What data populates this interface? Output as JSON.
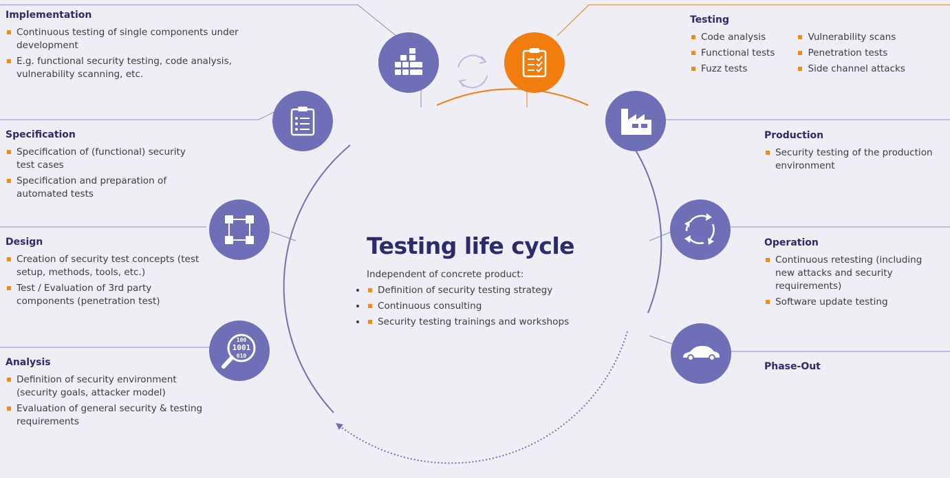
{
  "title": "Testing life cycle",
  "intro": "Independent of concrete product:",
  "center_items": [
    "Definition of security testing strategy",
    "Continuous consulting",
    "Security testing trainings and workshops"
  ],
  "phases": {
    "implementation": {
      "title": "Implementation",
      "items": [
        "Continuous testing of single components under development",
        "E.g. functional security testing, code analysis, vulnerability scanning, etc."
      ],
      "icon": "grid-blocks-icon"
    },
    "specification": {
      "title": "Specification",
      "items": [
        "Specification of (functional) security test cases",
        "Specification and preparation of automated tests"
      ],
      "icon": "clipboard-list-icon"
    },
    "design": {
      "title": "Design",
      "items": [
        "Creation of security test concepts (test setup, methods, tools, etc.)",
        "Test / Evaluation of 3rd party components (penetration test)"
      ],
      "icon": "node-square-icon"
    },
    "analysis": {
      "title": "Analysis",
      "items": [
        "Definition of security environment (security goals, attacker model)",
        "Evaluation of general security & testing requirements"
      ],
      "icon": "magnifier-binary-icon",
      "icon_text": [
        "100",
        "1001",
        "010"
      ]
    },
    "testing": {
      "title": "Testing",
      "items_col1": [
        "Code analysis",
        "Functional tests",
        "Fuzz tests"
      ],
      "items_col2": [
        "Vulnerability scans",
        "Penetration tests",
        "Side channel attacks"
      ],
      "icon": "checklist-icon"
    },
    "production": {
      "title": "Production",
      "items": [
        "Security testing of the production environment"
      ],
      "icon": "factory-icon"
    },
    "operation": {
      "title": "Operation",
      "items": [
        "Continuous retesting (including new attacks and security requirements)",
        "Software update testing"
      ],
      "icon": "cycle-arrows-icon"
    },
    "phase_out": {
      "title": "Phase-Out",
      "items": [],
      "icon": "car-icon"
    }
  },
  "colors": {
    "primary": "#6f6fb7",
    "accent": "#f07d0e",
    "heading": "#2e2a6b",
    "background": "#eeeef4"
  }
}
